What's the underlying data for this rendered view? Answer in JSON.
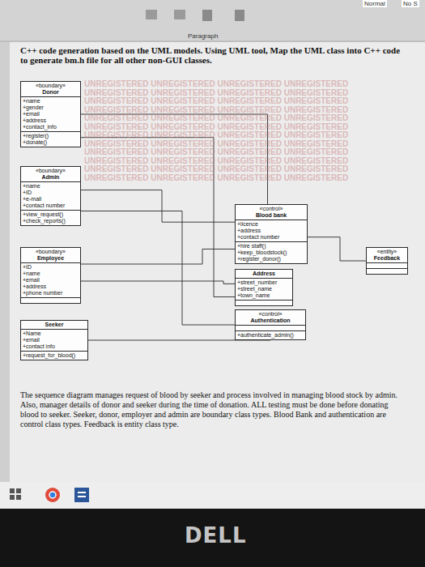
{
  "diagram": {
    "title": "C++ code generation based on the UML models. Using UML tool, Map the UML class into C++ code to generate bm.h file for all other non-GUI classes.",
    "caption": "The sequence diagram manages request of blood by seeker and process involved in managing blood stock by admin. Also, manager details of donor and seeker during the time of donation. ALL testing must be done before donating blood to seeker. Seeker, donor, employer and admin are boundary class types. Blood Bank and authentication are control class types. Feedback is entity class type.",
    "nodes": [
      {
        "text": [
          "«boundary»",
          "Donor",
          "+name",
          "+gender",
          "+email",
          "+address",
          "+contact_info",
          "+register()",
          "+donate()"
        ]
      },
      {
        "text": [
          "«boundary»",
          "Admin",
          "+name",
          "+ID",
          "+e-mail",
          "+contact number",
          "+view_request()",
          "+check_reports()"
        ]
      },
      {
        "text": [
          "«control»",
          "Blood bank",
          "+licence",
          "+address",
          "+contact number",
          "+hire staff()",
          "+keep_bloodstock()",
          "+register_donor()"
        ]
      },
      {
        "text": [
          "«boundary»",
          "Employee",
          "+ID",
          "+name",
          "+email",
          "+address",
          "+phone number"
        ]
      },
      {
        "text": [
          "Address",
          "+street_number",
          "+street_name",
          "+town_name"
        ]
      },
      {
        "text": [
          "«entity»",
          "Feedback"
        ]
      },
      {
        "text": [
          "Seeker",
          "+Name",
          "+email",
          "+contact info",
          "+request_for_blood()"
        ]
      },
      {
        "text": [
          "«control»",
          "Authentication",
          "+authenticate_admin()"
        ]
      }
    ],
    "edges": [
      {
        "from": 0,
        "to": 2,
        "arrow": "none"
      },
      {
        "from": 1,
        "to": 2,
        "arrow": "none"
      },
      {
        "from": 1,
        "to": 7,
        "arrow": "none"
      },
      {
        "from": 3,
        "to": 2,
        "arrow": "none"
      },
      {
        "from": 3,
        "to": 4,
        "arrow": "none"
      },
      {
        "from": 0,
        "to": 4,
        "arrow": "none"
      },
      {
        "from": 6,
        "to": 7,
        "arrow": "none"
      },
      {
        "from": 2,
        "to": 5,
        "arrow": "none"
      }
    ],
    "labels": [
      "Normal",
      "No S",
      "Paragraph",
      "UNREGISTERED UNREGISTERED UNREGISTERED UNREGISTERED",
      "UNREGISTERED UNREGISTERED UNREGISTERED UNREGISTERED",
      "UNREGISTERED UNREGISTERED UNREGISTERED UNREGISTERED",
      "UNREGISTERED UNREGISTERED UNREGISTERED UNREGISTERED",
      "UNREGISTERED UNREGISTERED UNREGISTERED UNREGISTERED",
      "UNREGISTERED UNREGISTERED UNREGISTERED UNREGISTERED",
      "UNREGISTERED UNREGISTERED UNREGISTERED UNREGISTERED",
      "UNREGISTERED UNREGISTERED UNREGISTERED UNREGISTERED",
      "UNREGISTERED UNREGISTERED UNREGISTERED UNREGISTERED",
      "UNREGISTERED UNREGISTERED UNREGISTERED UNREGISTERED",
      "UNREGISTERED UNREGISTERED UNREGISTERED UNREGISTERED",
      "UNREGISTERED UNREGISTERED UNREGISTERED UNREGISTERED",
      "DELL"
    ]
  }
}
